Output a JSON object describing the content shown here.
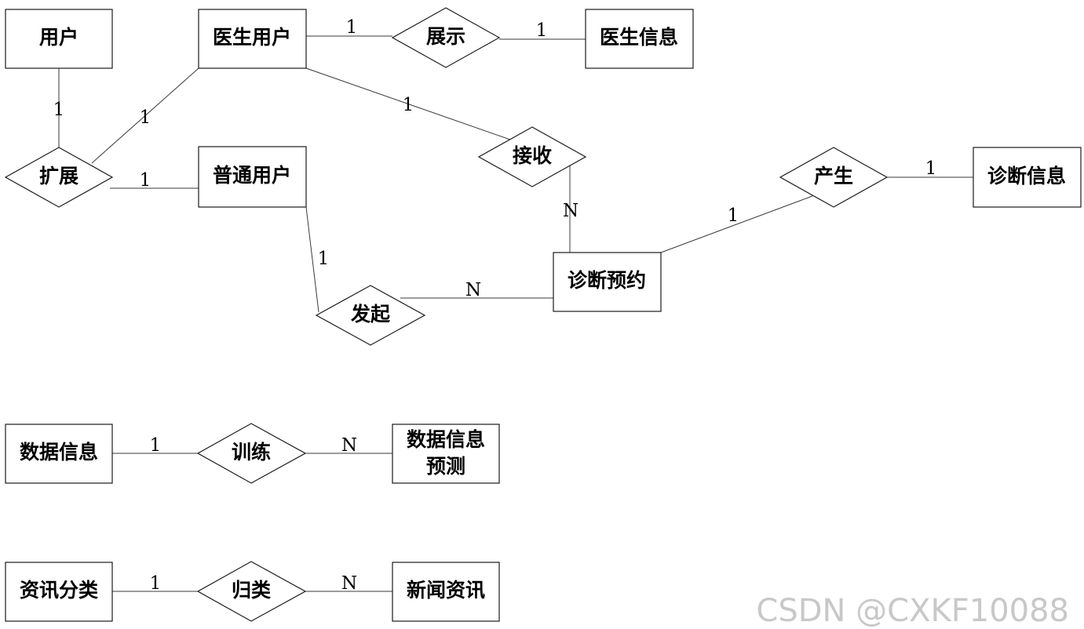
{
  "entities": {
    "user": "用户",
    "doctor_user": "医生用户",
    "doctor_info": "医生信息",
    "normal_user": "普通用户",
    "diagnosis_appointment": "诊断预约",
    "diagnosis_info": "诊断信息",
    "data_info": "数据信息",
    "data_prediction_line1": "数据信息",
    "data_prediction_line2": "预测",
    "news_category": "资讯分类",
    "news": "新闻资讯"
  },
  "relationships": {
    "extend": "扩展",
    "display": "展示",
    "receive": "接收",
    "initiate": "发起",
    "produce": "产生",
    "train": "训练",
    "classify": "归类"
  },
  "cardinalities": {
    "user_extend": "1",
    "doctoruser_extend": "1",
    "normaluser_extend": "1",
    "doctoruser_display": "1",
    "display_doctorinfo": "1",
    "doctoruser_receive": "1",
    "receive_appointment": "N",
    "normaluser_initiate": "1",
    "initiate_appointment": "N",
    "appointment_produce": "1",
    "produce_diagnosisinfo": "1",
    "datainfo_train": "1",
    "train_prediction": "N",
    "category_classify": "1",
    "classify_news": "N"
  },
  "watermark": "CSDN @CXKF10088"
}
